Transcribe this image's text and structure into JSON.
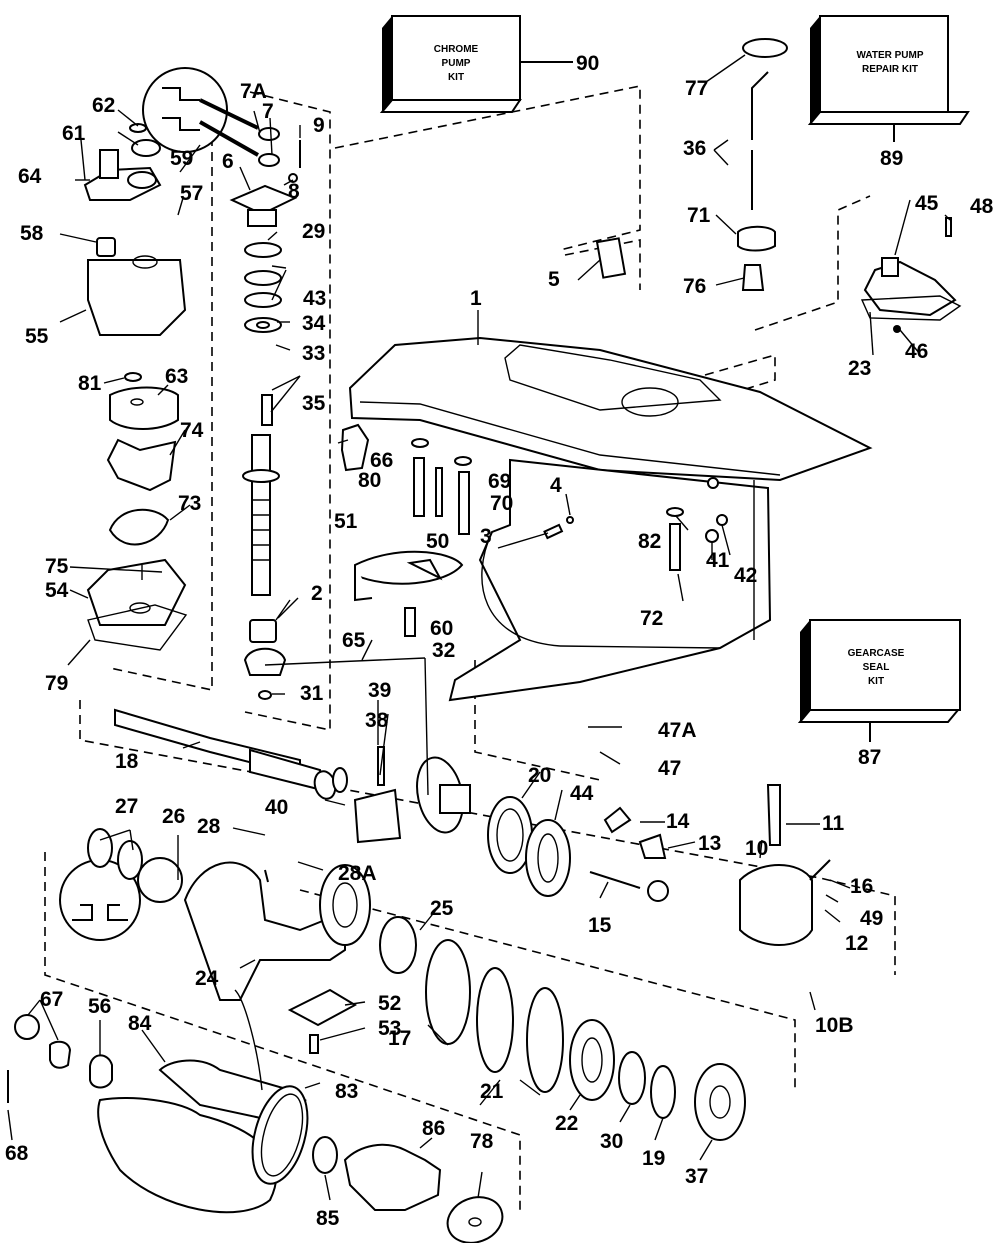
{
  "diagram": {
    "title": "Gearcase exploded parts diagram",
    "kits": [
      {
        "id": "90",
        "lines": [
          "CHROME",
          "PUMP",
          "KIT"
        ]
      },
      {
        "id": "89",
        "lines": [
          "WATER PUMP",
          "REPAIR KIT"
        ]
      },
      {
        "id": "87",
        "lines": [
          "GEARCASE",
          "SEAL",
          "KIT"
        ]
      }
    ],
    "labels": {
      "l1": "1",
      "l2": "2",
      "l3": "3",
      "l4": "4",
      "l5": "5",
      "l6": "6",
      "l7": "7",
      "l7a": "7A",
      "l8": "8",
      "l9": "9",
      "l10": "10",
      "l10b": "10B",
      "l11": "11",
      "l12": "12",
      "l13": "13",
      "l14": "14",
      "l15": "15",
      "l16": "16",
      "l17": "17",
      "l18": "18",
      "l19": "19",
      "l20": "20",
      "l21": "21",
      "l22": "22",
      "l23": "23",
      "l24": "24",
      "l25": "25",
      "l26": "26",
      "l27": "27",
      "l28": "28",
      "l28a": "28A",
      "l29": "29",
      "l30": "30",
      "l31": "31",
      "l32": "32",
      "l33": "33",
      "l34": "34",
      "l35": "35",
      "l36": "36",
      "l37": "37",
      "l38": "38",
      "l39": "39",
      "l40": "40",
      "l41": "41",
      "l42": "42",
      "l43": "43",
      "l44": "44",
      "l45": "45",
      "l46": "46",
      "l47": "47",
      "l47a": "47A",
      "l48": "48",
      "l49": "49",
      "l50": "50",
      "l51": "51",
      "l52": "52",
      "l53": "53",
      "l54": "54",
      "l55": "55",
      "l56": "56",
      "l57": "57",
      "l58": "58",
      "l59": "59",
      "l60": "60",
      "l61": "61",
      "l62": "62",
      "l63": "63",
      "l64": "64",
      "l65": "65",
      "l66": "66",
      "l67": "67",
      "l68": "68",
      "l69": "69",
      "l70": "70",
      "l71": "71",
      "l72": "72",
      "l73": "73",
      "l74": "74",
      "l75": "75",
      "l76": "76",
      "l77": "77",
      "l78": "78",
      "l79": "79",
      "l80": "80",
      "l81": "81",
      "l82": "82",
      "l83": "83",
      "l84": "84",
      "l85": "85",
      "l86": "86",
      "l87": "87",
      "l89": "89",
      "l90": "90"
    }
  }
}
